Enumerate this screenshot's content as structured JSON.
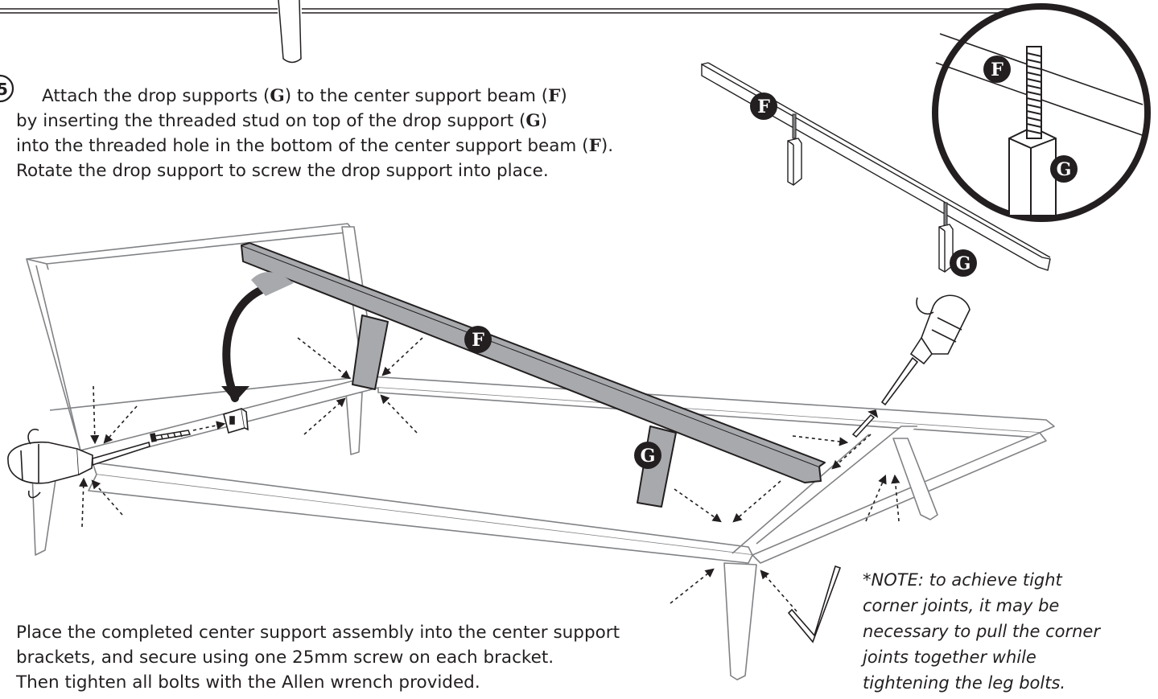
{
  "step": {
    "number": "5",
    "line1_a": "Attach the drop supports (",
    "line1_b": ") to the center support beam (",
    "line1_c": ")",
    "line2_a": "by inserting the threaded stud on top of the drop support (",
    "line2_b": ")",
    "line3_a": "into the threaded hole in the bottom of the center support beam (",
    "line3_b": ").",
    "line4": "Rotate the drop support to screw the drop support into place."
  },
  "parts": {
    "beam": "F",
    "drop_support": "G"
  },
  "placement": {
    "line1": "Place the completed center support assembly into the center support",
    "line2": "brackets, and secure using one 25mm screw on each bracket.",
    "line3": "Then tighten all bolts with the Allen wrench provided."
  },
  "note": {
    "line1": "*NOTE: to achieve tight",
    "line2": "corner joints, it may be",
    "line3": "necessary to pull the corner",
    "line4": "joints together while",
    "line5": "tightening the leg bolts."
  },
  "colors": {
    "ink": "#231f20",
    "beam_fill": "#a7a9ac",
    "frame_stroke": "#808285",
    "label_bg": "#231f20"
  }
}
